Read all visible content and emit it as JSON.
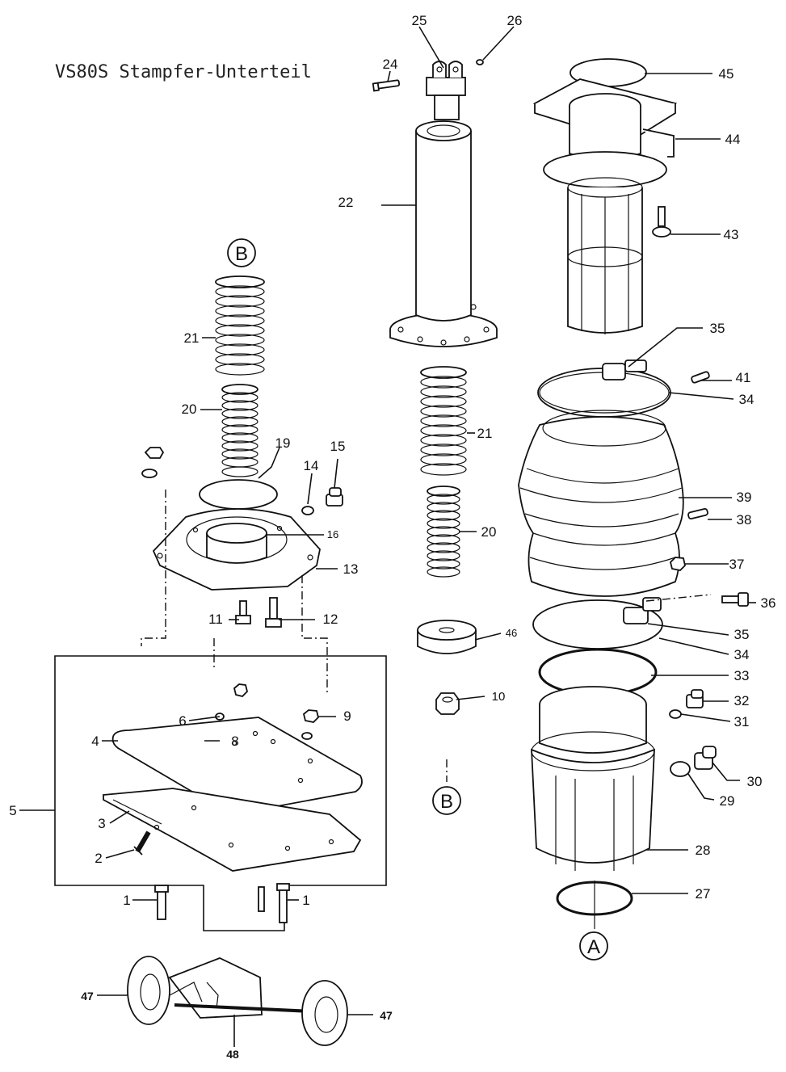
{
  "title": "VS80S Stampfer-Unterteil",
  "markers": {
    "a": "A",
    "b_top": "B",
    "b_mid": "B"
  },
  "callouts": {
    "n1a": "1",
    "n1b": "1",
    "n2": "2",
    "n3": "3",
    "n4": "4",
    "n5": "5",
    "n6": "6",
    "n8": "8",
    "n9": "9",
    "n10": "10",
    "n11": "11",
    "n12": "12",
    "n13": "13",
    "n14": "14",
    "n15": "15",
    "n16": "16",
    "n19": "19",
    "n20a": "20",
    "n20b": "20",
    "n21a": "21",
    "n21b": "21",
    "n22": "22",
    "n24": "24",
    "n25": "25",
    "n26": "26",
    "n27": "27",
    "n28": "28",
    "n29": "29",
    "n30": "30",
    "n31": "31",
    "n32": "32",
    "n33": "33",
    "n34a": "34",
    "n34b": "34",
    "n35a": "35",
    "n35b": "35",
    "n36": "36",
    "n37": "37",
    "n38": "38",
    "n39": "39",
    "n41": "41",
    "n43": "43",
    "n44": "44",
    "n45": "45",
    "n46": "46",
    "n47a": "47",
    "n47b": "47",
    "n48": "48"
  }
}
